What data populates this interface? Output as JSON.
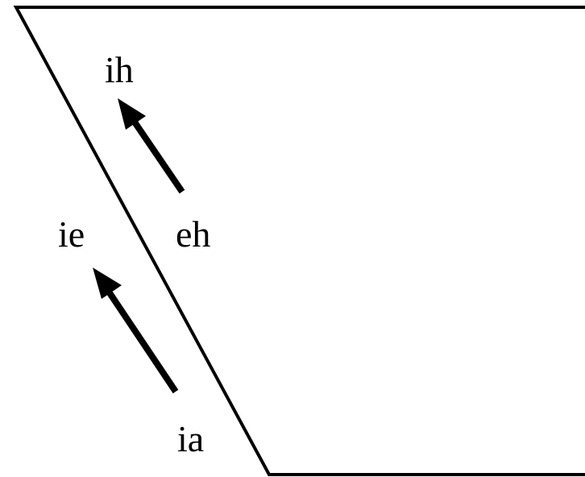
{
  "labels": {
    "ih": "ih",
    "ie": "ie",
    "eh": "eh",
    "ia": "ia"
  },
  "colors": {
    "line": "#000000",
    "background": "#ffffff"
  }
}
